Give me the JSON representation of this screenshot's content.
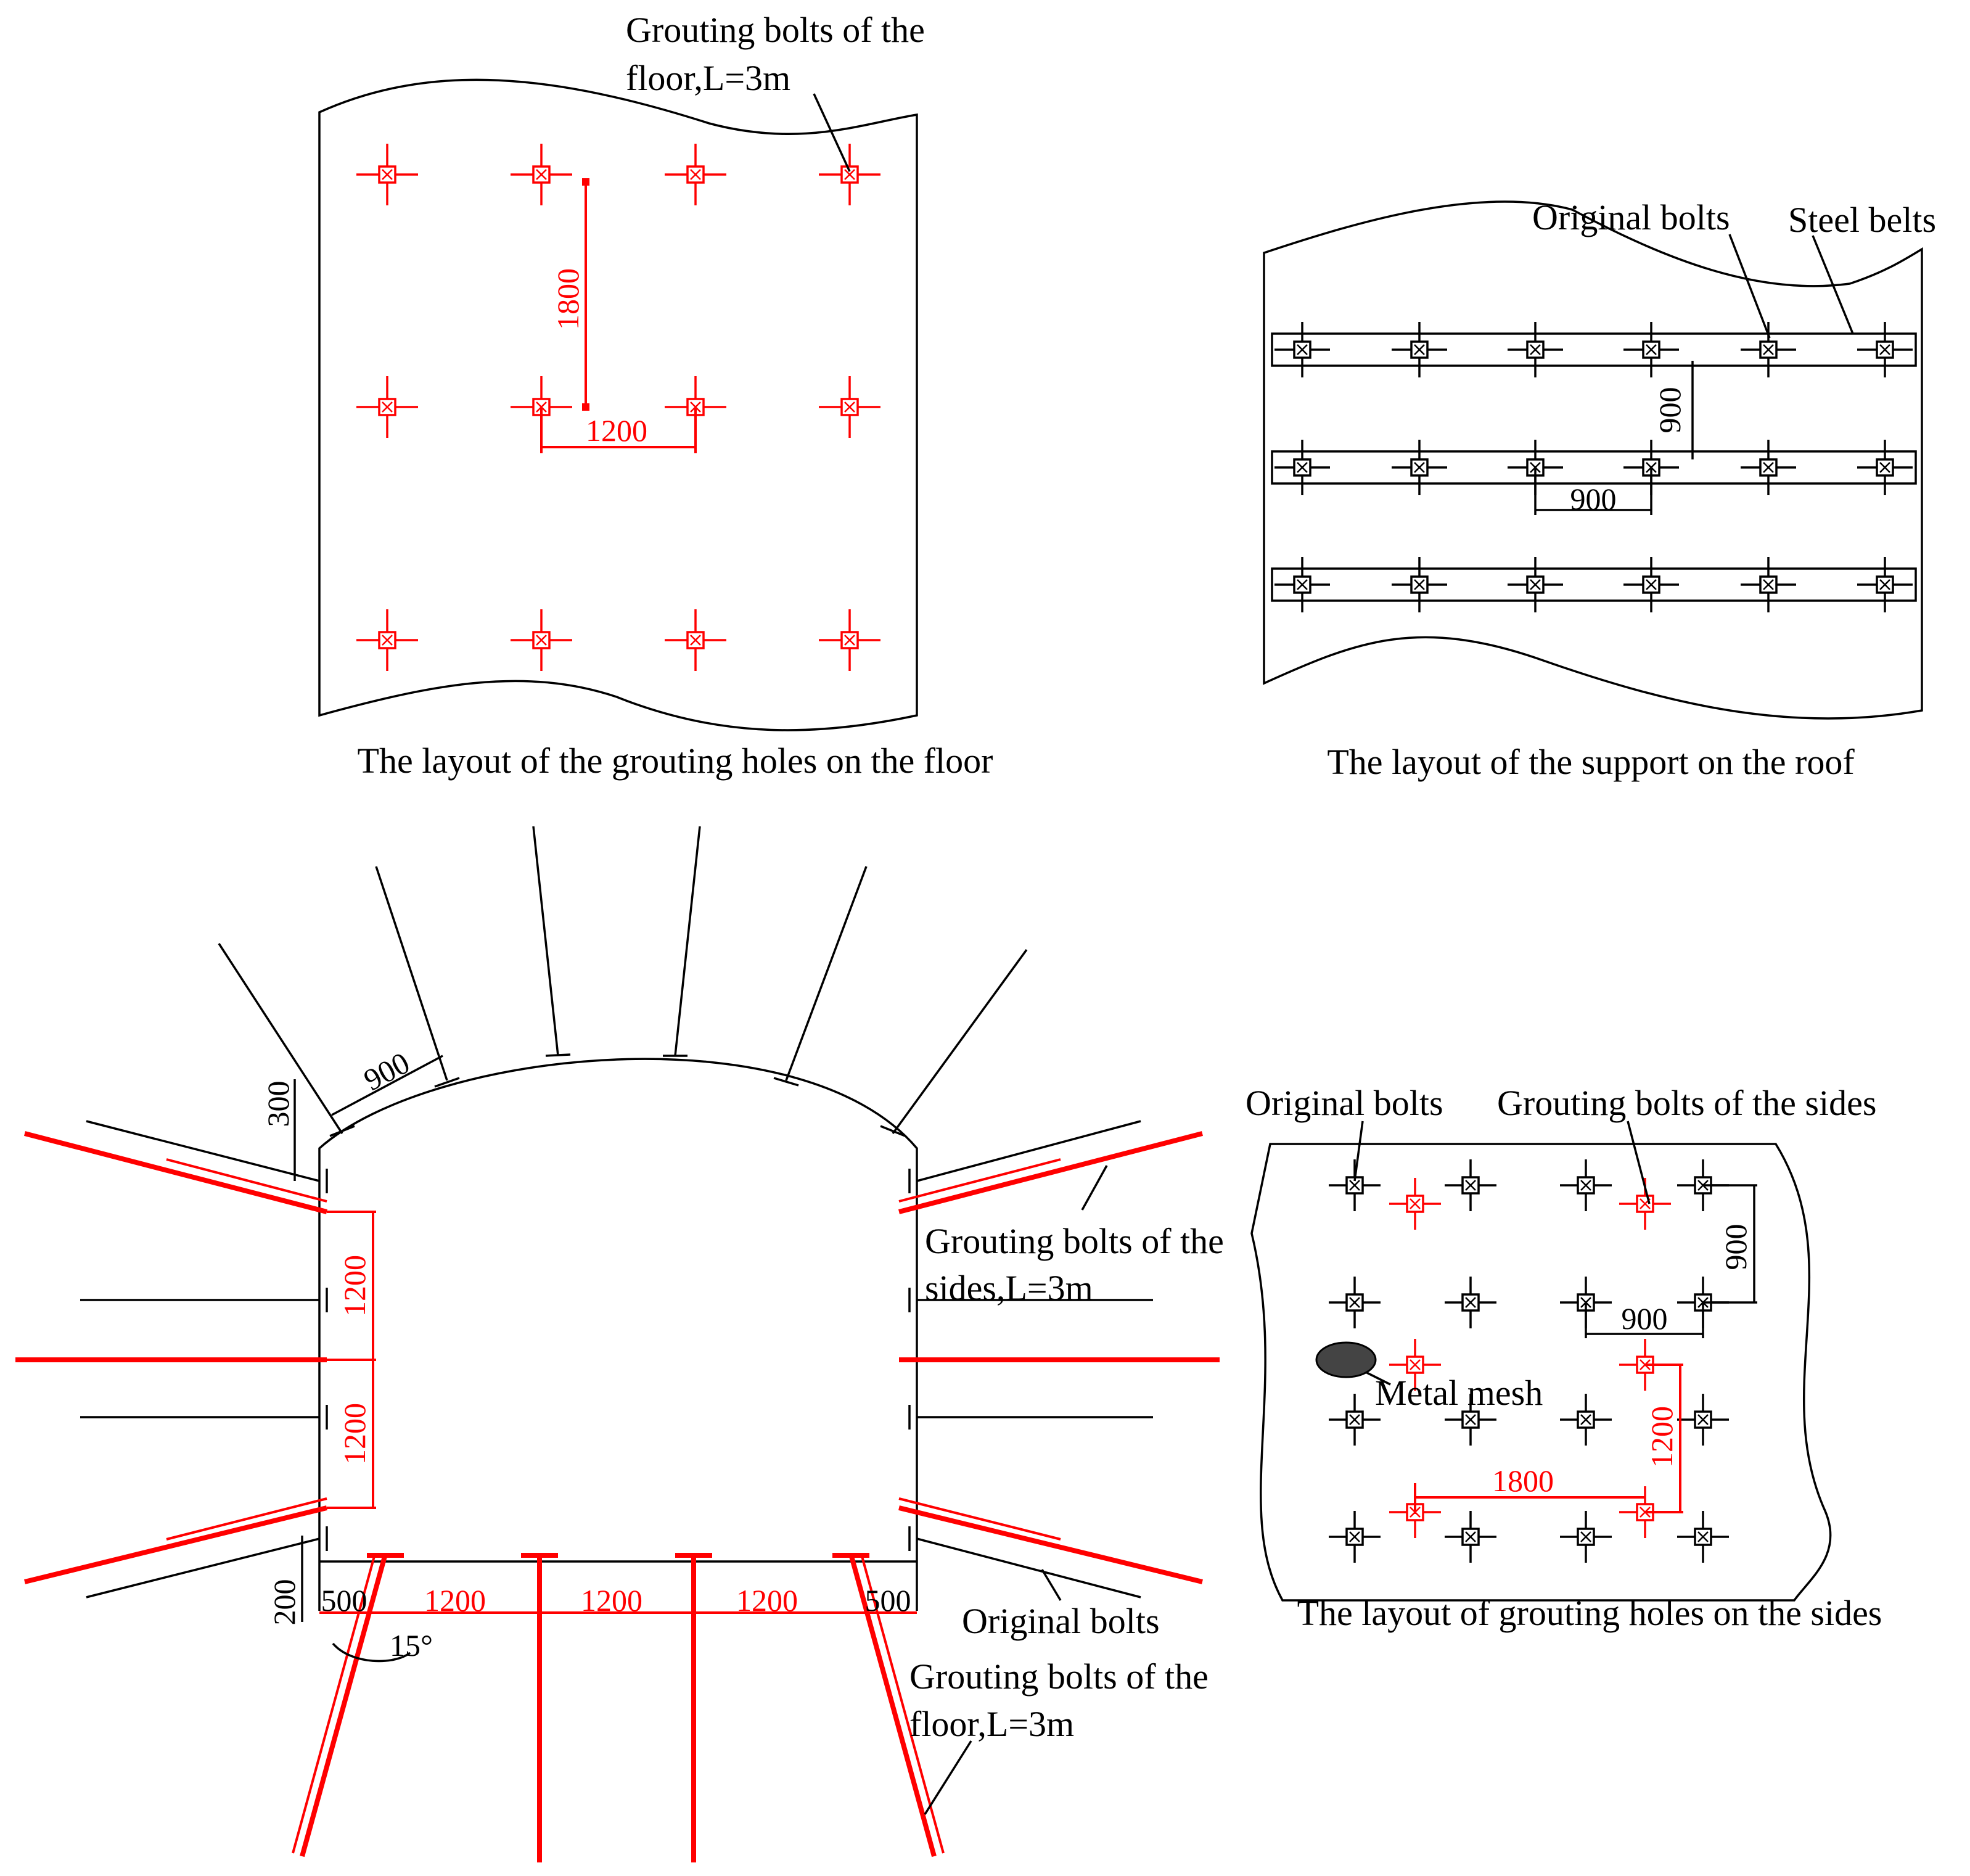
{
  "colors": {
    "grouting": "#ff0000",
    "original": "#000000",
    "background": "#ffffff"
  },
  "floor_panel": {
    "label_line1": "Grouting bolts of the",
    "label_line2": "floor,L=3m",
    "spacing_vertical": "1800",
    "spacing_horizontal": "1200",
    "caption": "The layout of the grouting holes on the floor"
  },
  "roof_panel": {
    "label_original": "Original bolts",
    "label_steel": "Steel belts",
    "spacing_vertical": "900",
    "spacing_horizontal": "900",
    "caption": "The layout of the support on the roof"
  },
  "section_panel": {
    "dim_arch_spacing": "900",
    "dim_top_offset": "300",
    "dim_side_upper": "1200",
    "dim_side_lower": "1200",
    "dim_floor_offset": "200",
    "dim_floor_edge_left": "500",
    "dim_floor_1": "1200",
    "dim_floor_2": "1200",
    "dim_floor_3": "1200",
    "dim_floor_edge_right": "500",
    "dim_angle": "15°",
    "label_sides_line1": "Grouting bolts of the",
    "label_sides_line2": "sides,L=3m",
    "label_original": "Original bolts",
    "label_floor_line1": "Grouting bolts of the",
    "label_floor_line2": "floor,L=3m"
  },
  "sides_panel": {
    "label_original": "Original bolts",
    "label_grouting": "Grouting bolts of the sides",
    "spacing_vertical": "900",
    "spacing_horizontal": "900",
    "label_mesh": "Metal mesh",
    "spacing_grout_vertical": "1200",
    "spacing_grout_horizontal": "1800",
    "caption": "The layout of grouting holes on the sides"
  }
}
